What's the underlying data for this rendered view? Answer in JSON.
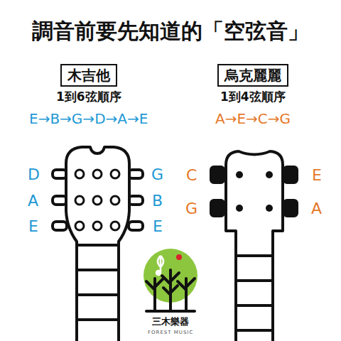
{
  "diagram": {
    "title": "調音前要先知道的「空弦音」",
    "nodes": [
      {
        "text": [
          "木吉他"
        ]
      },
      {
        "text": [
          "烏克麗麗"
        ]
      }
    ],
    "labels": [
      "1到6弦順序",
      "E→B→G→D→A→E",
      "D",
      "A",
      "E",
      "G",
      "B",
      "E",
      "1到4弦順序",
      "A→E→C→G",
      "C",
      "G",
      "E",
      "A",
      "三木樂器",
      "FOREST MUSIC"
    ]
  }
}
